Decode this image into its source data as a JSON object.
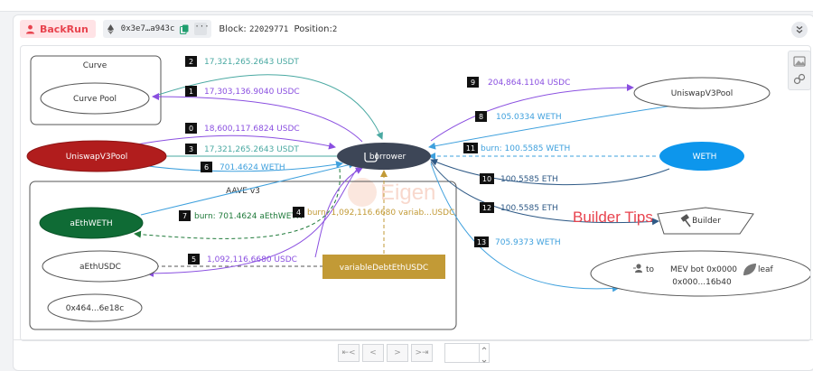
{
  "header": {
    "badge": "BackRun",
    "address_short": "0x3e7…a943c",
    "more_label": "···",
    "block_label": "Block:",
    "block_value": "22029771",
    "position_label": "Position:",
    "position_value": "2"
  },
  "watermark": "Eigen",
  "colors": {
    "green": "#4aa9a2",
    "purple": "#8a4fe0",
    "blue": "#3ea0dd",
    "navy": "#2f5a86",
    "gold": "#c29a36",
    "red_annot": "#e8434e",
    "node_dark": "#3d4657"
  },
  "groups": {
    "curve": "Curve",
    "aave": "AAVE v3"
  },
  "nodes": {
    "curve_pool": "Curve Pool",
    "uniswap_left": "UniswapV3Pool",
    "aethweth": "aEthWETH",
    "aethusdc": "aEthUSDC",
    "addr_0x464": "0x464...6e18c",
    "variable_debt": "variableDebtEthUSDC",
    "borrower": "borrower",
    "uniswap_right": "UniswapV3Pool",
    "weth": "WETH",
    "builder": "Builder",
    "mev_to": "to",
    "mev_name": "MEV bot 0x0000",
    "mev_leaf": "leaf",
    "mev_addr": "0x000...16b40"
  },
  "annotation": "Builder Tips",
  "edges": [
    {
      "num": "0",
      "text": "18,600,117.6824 USDC"
    },
    {
      "num": "1",
      "text": "17,303,136.9040 USDC"
    },
    {
      "num": "2",
      "text": "17,321,265.2643 USDT"
    },
    {
      "num": "3",
      "text": "17,321,265.2643 USDT"
    },
    {
      "num": "4",
      "text": "burn:  1,092,116.6680 variab...USDC"
    },
    {
      "num": "5",
      "text": "1,092,116.6680 USDC"
    },
    {
      "num": "6",
      "text": "701.4624 WETH"
    },
    {
      "num": "7",
      "text": "burn:   701.4624 aEthWETH"
    },
    {
      "num": "8",
      "text": "105.0334 WETH"
    },
    {
      "num": "9",
      "text": "204,864.1104 USDC"
    },
    {
      "num": "10",
      "text": "100.5585 ETH"
    },
    {
      "num": "11",
      "text": "burn:   100.5585 WETH"
    },
    {
      "num": "12",
      "text": "100.5585 ETH"
    },
    {
      "num": "13",
      "text": "705.9373 WETH"
    }
  ],
  "pagination": {
    "first": "⇤<",
    "prev": "<",
    "next": ">",
    "last": ">⇥",
    "page_value": ""
  }
}
